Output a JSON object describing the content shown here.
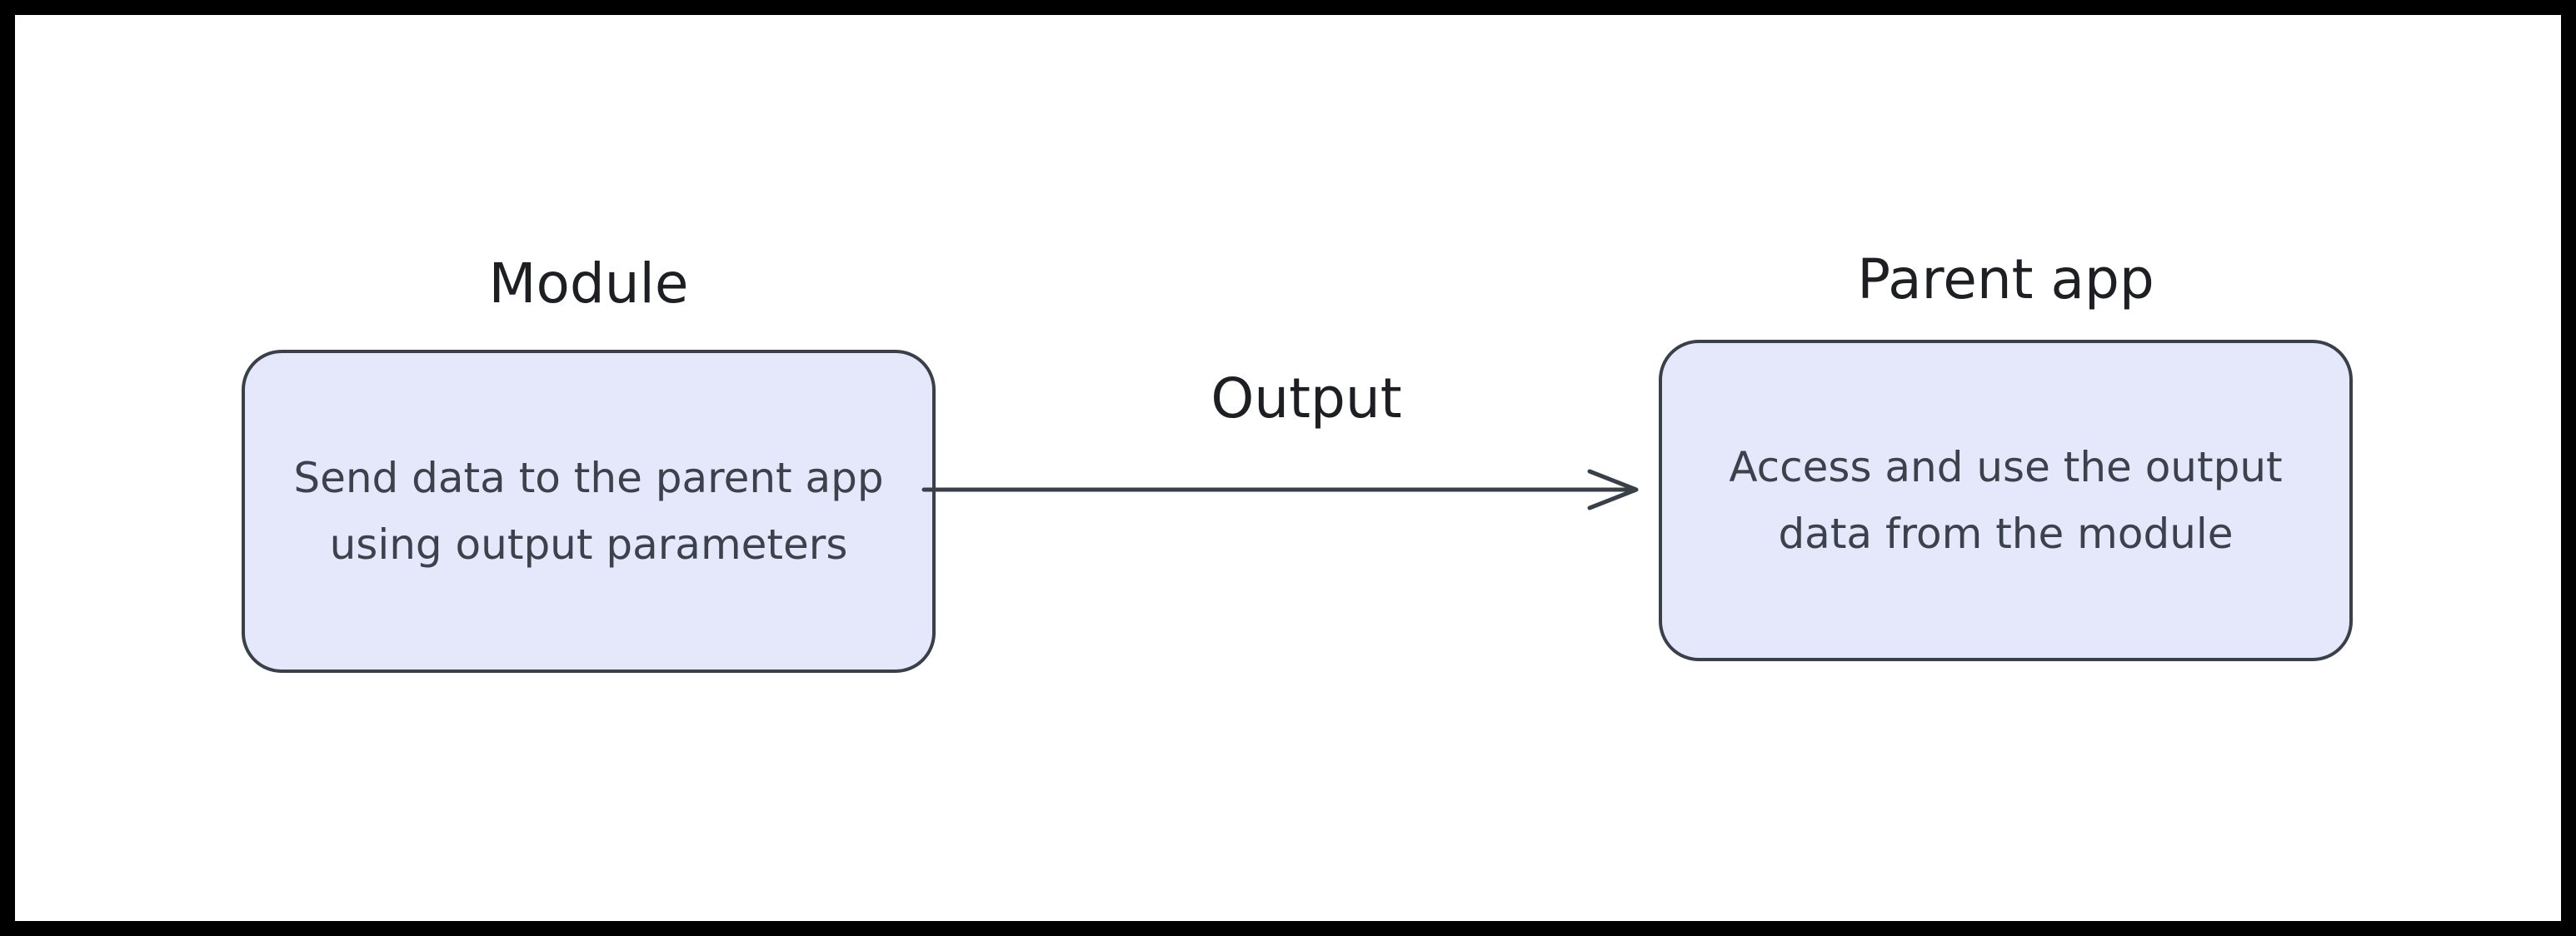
{
  "diagram": {
    "title": "",
    "nodes": [
      {
        "id": "module",
        "title": "Module",
        "body_lines": [
          "Send data to the parent app",
          "using output parameters"
        ]
      },
      {
        "id": "parent-app",
        "title": "Parent app",
        "body_lines": [
          "Access and use the output",
          "data from the module"
        ]
      }
    ],
    "edge": {
      "label": "Output",
      "from": "Module",
      "to": "Parent app",
      "direction": "left-to-right",
      "arrow_style": "open-chevron"
    },
    "colors": {
      "node_fill": "#e4e8fa",
      "node_border": "#3a4048",
      "title_text": "#1e1f23",
      "body_text": "#3b424c",
      "arrow": "#3a4048",
      "canvas_background": "#ffffff",
      "frame_border": "#000000"
    }
  }
}
